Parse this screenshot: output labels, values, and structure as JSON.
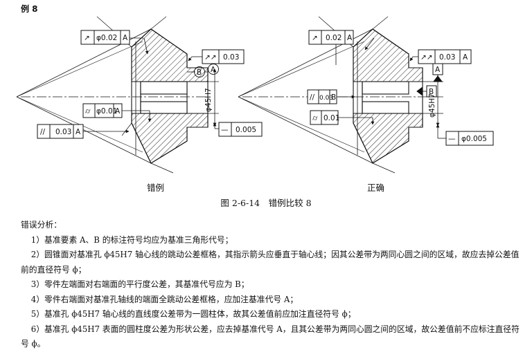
{
  "example_label": "例 8",
  "figure": {
    "caption": "图 2-6-14　错例比较 8",
    "wrong": {
      "label": "错例",
      "frames": {
        "runout": [
          "↗",
          "φ0.02",
          "A"
        ],
        "total_runout": [
          "↗↗",
          "0.03"
        ],
        "datum_b": "B",
        "datum_a": "A",
        "cylindricity": [
          "⌭",
          "φ0.01",
          "A"
        ],
        "parallelism": [
          "//",
          "0.03",
          "A"
        ],
        "straightness": [
          "—",
          "0.005"
        ],
        "dimension": "φ45H7"
      }
    },
    "right": {
      "label": "正确",
      "frames": {
        "runout": [
          "↗",
          "0.02",
          "A"
        ],
        "total_runout": [
          "↗↗",
          "0.03",
          "A"
        ],
        "datum_a": "A",
        "datum_b": "B",
        "parallelism": [
          "//",
          "0.03",
          "B"
        ],
        "cylindricity": [
          "⌭",
          "0.01"
        ],
        "straightness": [
          "—",
          "φ0.005"
        ],
        "dimension": "φ45H7"
      }
    }
  },
  "analysis": {
    "heading": "错误分析：",
    "items": [
      "1）基准要素 A、B 的标注符号均应为基准三角形代号；",
      "2）圆锥面对基准孔 ϕ45H7 轴心线的跳动公差框格，其指示箭头应垂直于轴心线；因其公差带为两同心圆之间的区域，故应去掉公差值前的直径符号 ϕ；",
      "3）零件左端面对右端面的平行度公差，其基准代号应为 B；",
      "4）零件右端面对基准孔轴线的端面全跳动公差框格，应加注基准代号 A；",
      "5）基准孔 ϕ45H7 轴心线的直线度公差带为一圆柱体，故其公差值前应加注直径符号 ϕ；",
      "6）基准孔 ϕ45H7 表面的圆柱度公差为形状公差，应去掉基准代号 A，且其公差带为两同心圆之间的区域，故公差值前不应标注直径符号 ϕ。"
    ]
  }
}
